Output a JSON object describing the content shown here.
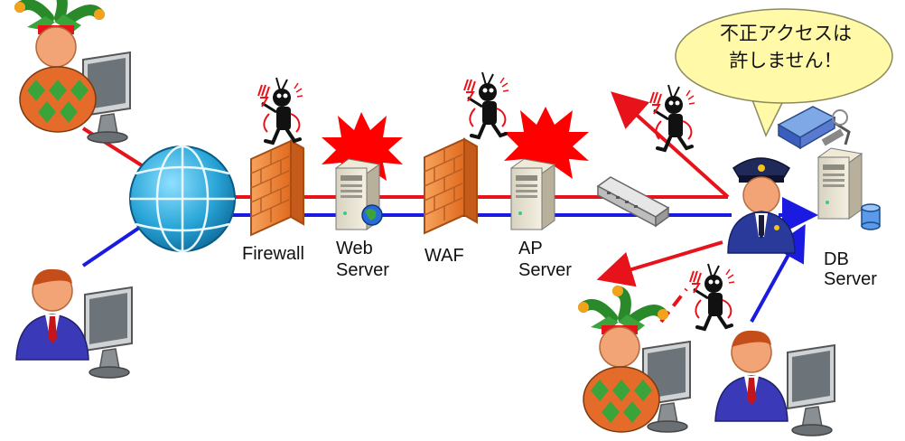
{
  "labels": {
    "firewall": "Firewall",
    "web_server_line1": "Web",
    "web_server_line2": "Server",
    "waf": "WAF",
    "ap_server_line1": "AP",
    "ap_server_line2": "Server",
    "db_server_line1": "DB",
    "db_server_line2": "Server"
  },
  "speech_bubble": {
    "line1": "不正アクセスは",
    "line2": "許しません！"
  },
  "colors": {
    "attack_line": "#e8131a",
    "normal_line": "#1a1ae0",
    "globe": "#2aa6d8",
    "firewall_brick": "#f08a3c",
    "explosion": "#ff0000",
    "bubble_fill": "#fff9a8"
  },
  "icons": [
    "jester-user-icon",
    "user-icon",
    "globe-icon",
    "firewall-icon",
    "server-icon",
    "switch-icon",
    "police-icon",
    "security-camera-icon",
    "devil-icon",
    "explosion-icon",
    "database-icon"
  ]
}
